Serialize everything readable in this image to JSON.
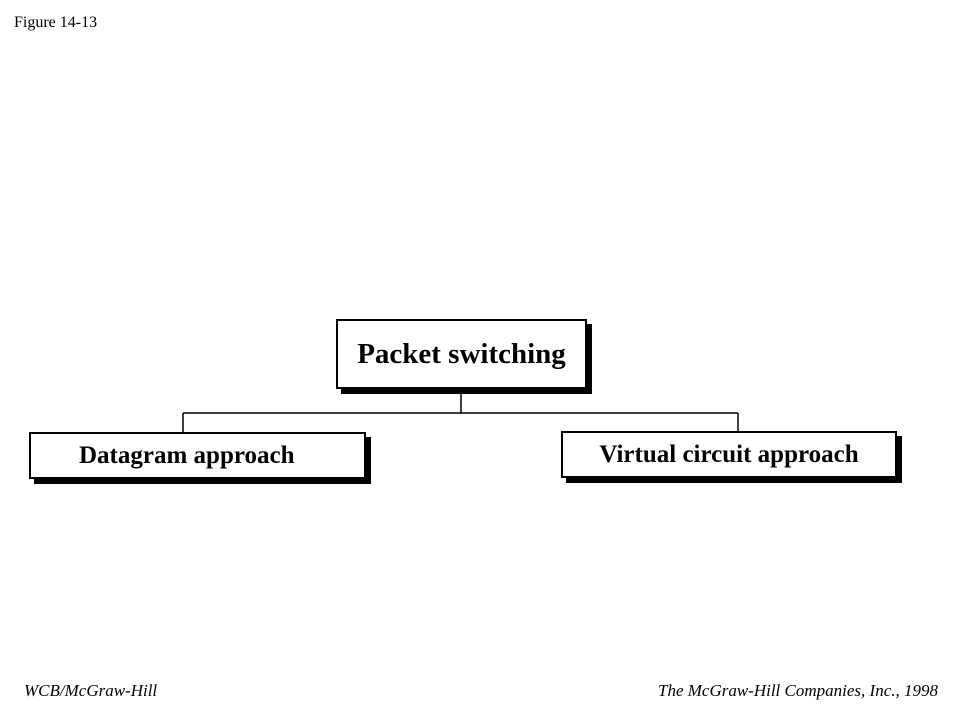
{
  "figure_label": "Figure 14-13",
  "diagram": {
    "root": "Packet switching",
    "children": [
      "Datagram approach",
      "Virtual circuit approach"
    ]
  },
  "footer": {
    "left": "WCB/McGraw-Hill",
    "right": " The McGraw-Hill Companies, Inc., 1998"
  }
}
